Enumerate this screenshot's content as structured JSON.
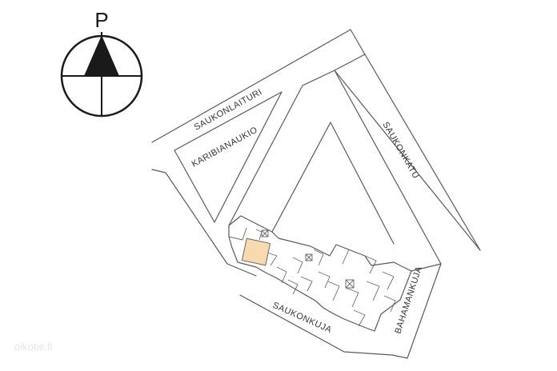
{
  "compass": {
    "letter": "P",
    "icon": "north-arrow-icon"
  },
  "streets": {
    "saukonlaituri": "SAUKONLAITURI",
    "karibianaukio": "KARIBIANAUKIO",
    "saukonkatu": "SAUKONKATU",
    "saukonkuja": "SAUKONKUJA",
    "bahamankuja": "BAHAMANKUJA"
  },
  "watermark": "oikotie.fi",
  "colors": {
    "highlighted_unit": "#f8d9b0",
    "line": "#5a5a5a",
    "compass_fill": "#1a1a1a"
  }
}
